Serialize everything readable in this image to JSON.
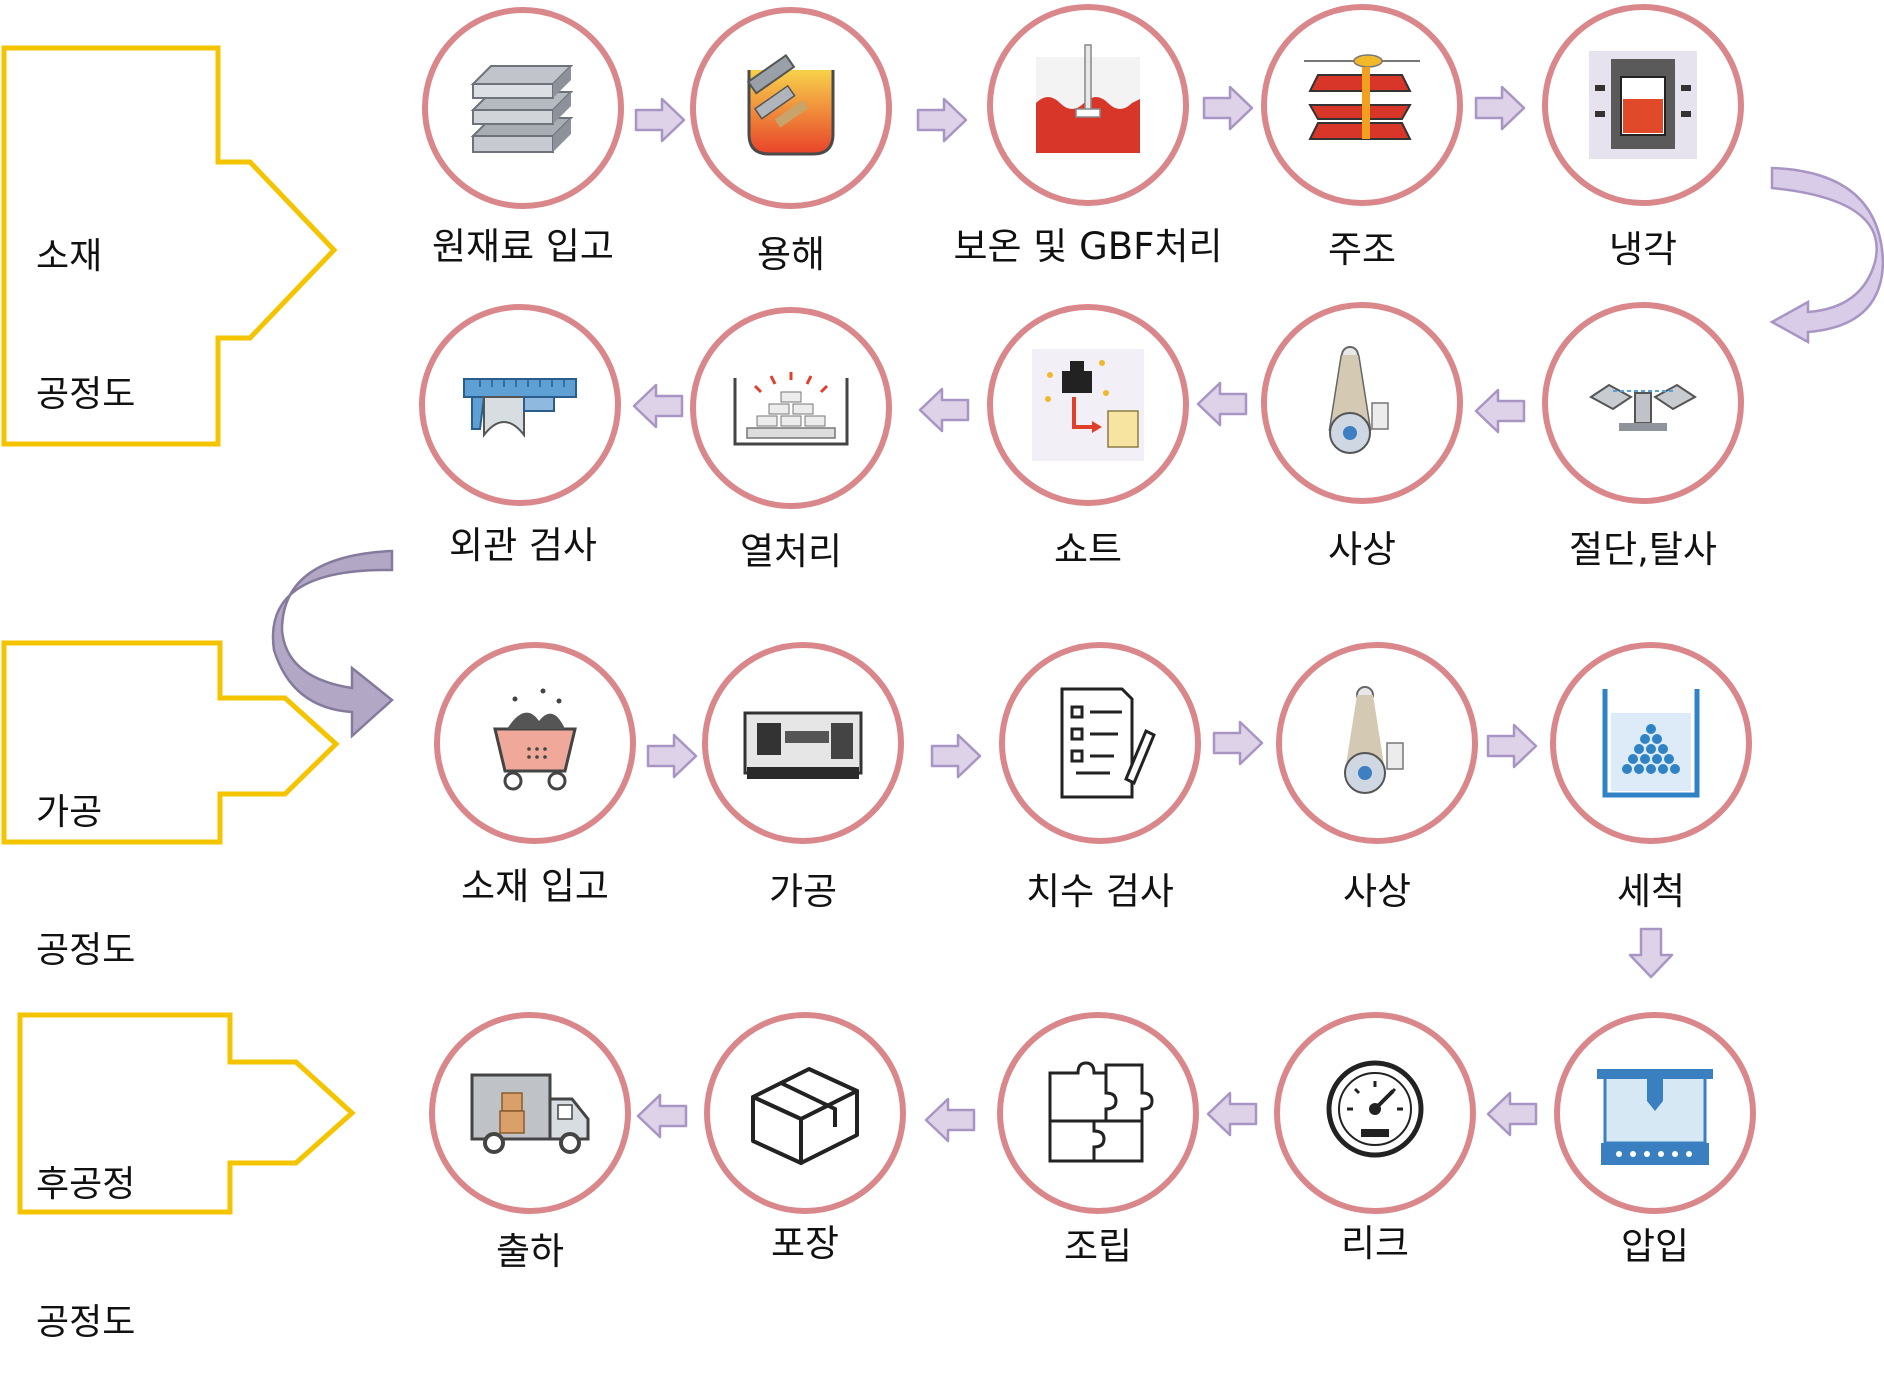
{
  "sections": [
    {
      "id": "material",
      "label_line1": "소재",
      "label_line2": "공정도"
    },
    {
      "id": "machining",
      "label_line1": "가공",
      "label_line2": "공정도"
    },
    {
      "id": "post",
      "label_line1": "후공정",
      "label_line2": "공정도"
    }
  ],
  "steps": {
    "row1": [
      "원재료 입고",
      "용해",
      "보온 및 GBF처리",
      "주조",
      "냉각"
    ],
    "row2": [
      "절단,탈사",
      "사상",
      "쇼트",
      "열처리",
      "외관 검사"
    ],
    "row3": [
      "소재 입고",
      "가공",
      "치수 검사",
      "사상",
      "세척"
    ],
    "row4": [
      "압입",
      "리크",
      "조립",
      "포장",
      "출하"
    ]
  },
  "icons": {
    "row1": [
      "ingot-stack-icon",
      "melting-crucible-icon",
      "holding-furnace-icon",
      "casting-mold-icon",
      "cooling-mold-icon"
    ],
    "row2": [
      "cutting-machine-icon",
      "grinding-belt-icon",
      "shot-blast-icon",
      "heat-treatment-icon",
      "caliper-icon"
    ],
    "row3": [
      "material-cart-icon",
      "lathe-icon",
      "checklist-icon",
      "grinding-belt-icon",
      "washing-tank-icon"
    ],
    "row4": [
      "press-fit-machine-icon",
      "gauge-icon",
      "puzzle-icon",
      "box-icon",
      "delivery-truck-icon"
    ]
  },
  "colors": {
    "circle_border": "#d9878a",
    "flow_arrow_fill": "#ddd2e8",
    "flow_arrow_stroke": "#a895c4",
    "section_arrow": "#f5c400",
    "curved_arrow_light": "#d8cce8",
    "curved_arrow_dark": "#b3a7c6"
  }
}
